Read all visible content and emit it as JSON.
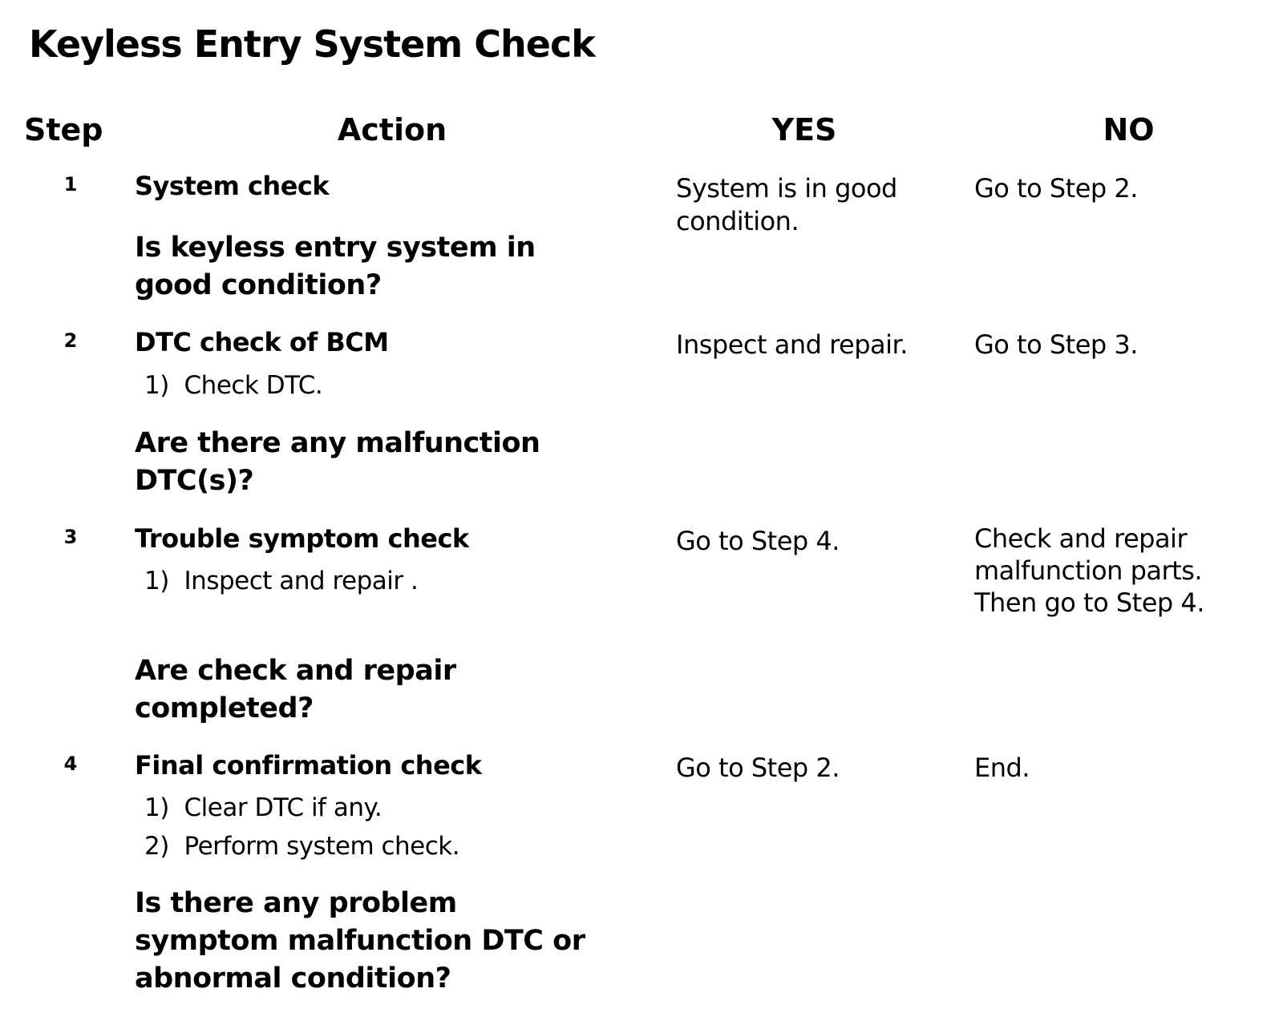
{
  "title": "Keyless Entry System Check",
  "table": {
    "headers": {
      "step": "Step",
      "action": "Action",
      "yes": "YES",
      "no": "NO"
    },
    "rows": [
      {
        "step": "1",
        "action_title": "System check",
        "question": "Is keyless entry system in\ngood condition?",
        "yes": "System is in good\ncondition.",
        "no": "Go to Step 2."
      },
      {
        "step": "2",
        "action_title": "DTC check of BCM",
        "item1": "1)  Check DTC.",
        "question": "Are there any malfunction\nDTC(s)?",
        "yes": "Inspect and repair.",
        "no": "Go to Step 3."
      },
      {
        "step": "3",
        "action_title": "Trouble symptom check",
        "item1": "1)  Inspect and repair .",
        "question": "Are check and repair\ncompleted?",
        "yes": "Go to Step 4.",
        "no": "Check and repair\nmalfunction parts.\nThen go to Step 4."
      },
      {
        "step": "4",
        "action_title": "Final confirmation check",
        "item1": "1)  Clear DTC if any.",
        "item2": "2)  Perform system check.",
        "question": "Is there any problem\nsymptom malfunction DTC or\nabnormal condition?",
        "yes": "Go to Step 2.",
        "no": "End."
      }
    ]
  },
  "colors": {
    "text": "#000000",
    "background": "#ffffff"
  }
}
